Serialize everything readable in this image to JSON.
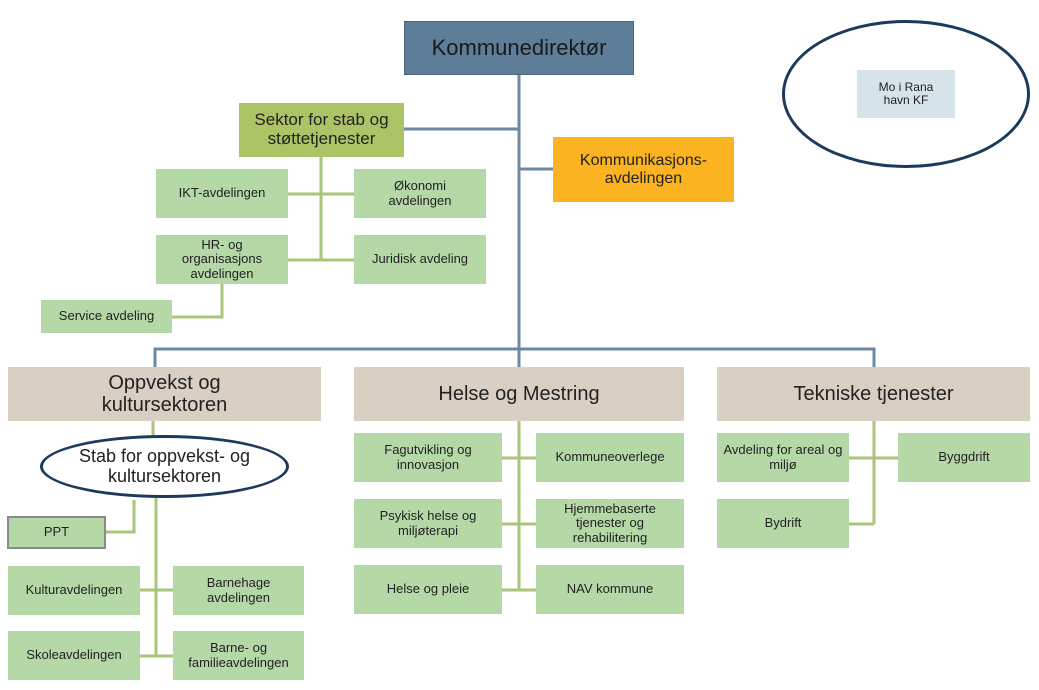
{
  "top": {
    "director": "Kommunedirektør",
    "mo_i_rana": "Mo i Rana havn KF",
    "stab_sektor": "Sektor for stab og støttetjenester",
    "kommunikasjon": "Kommunikasjons-avdelingen"
  },
  "stab_units": {
    "ikt": "IKT-avdelingen",
    "okonomi": "Økonomi avdelingen",
    "hr": "HR- og organisasjons avdelingen",
    "juridisk": "Juridisk avdeling",
    "service": "Service avdeling"
  },
  "oppvekst": {
    "title": "Oppvekst og kultursektoren",
    "stab": "Stab for oppvekst- og kultursektoren",
    "ppt": "PPT",
    "kultur": "Kulturavdelingen",
    "barnehage": "Barnehage avdelingen",
    "skole": "Skoleavdelingen",
    "barne": "Barne- og familieavdelingen"
  },
  "helse": {
    "title": "Helse og Mestring",
    "fag": "Fagutvikling og innovasjon",
    "kommuneoverlege": "Kommuneoverlege",
    "psykisk": "Psykisk helse og miljøterapi",
    "hjemme": "Hjemmebaserte tjenester og rehabilitering",
    "pleie": "Helse og pleie",
    "nav": "NAV kommune"
  },
  "teknisk": {
    "title": "Tekniske tjenester",
    "areal": "Avdeling for areal og miljø",
    "byggdrift": "Byggdrift",
    "bydrift": "Bydrift"
  },
  "colors": {
    "director_bg": "#5d7d98",
    "kommunikasjon_bg": "#fbb321",
    "stab_sektor_bg": "#adc466",
    "unit_bg": "#b5d8a7",
    "sector_bg": "#d9d0c3",
    "mo_bg": "#d6e3e8",
    "main_line": "#6e8aa3",
    "green_line": "#a8c57a",
    "oval_border": "#1b3a5c"
  }
}
